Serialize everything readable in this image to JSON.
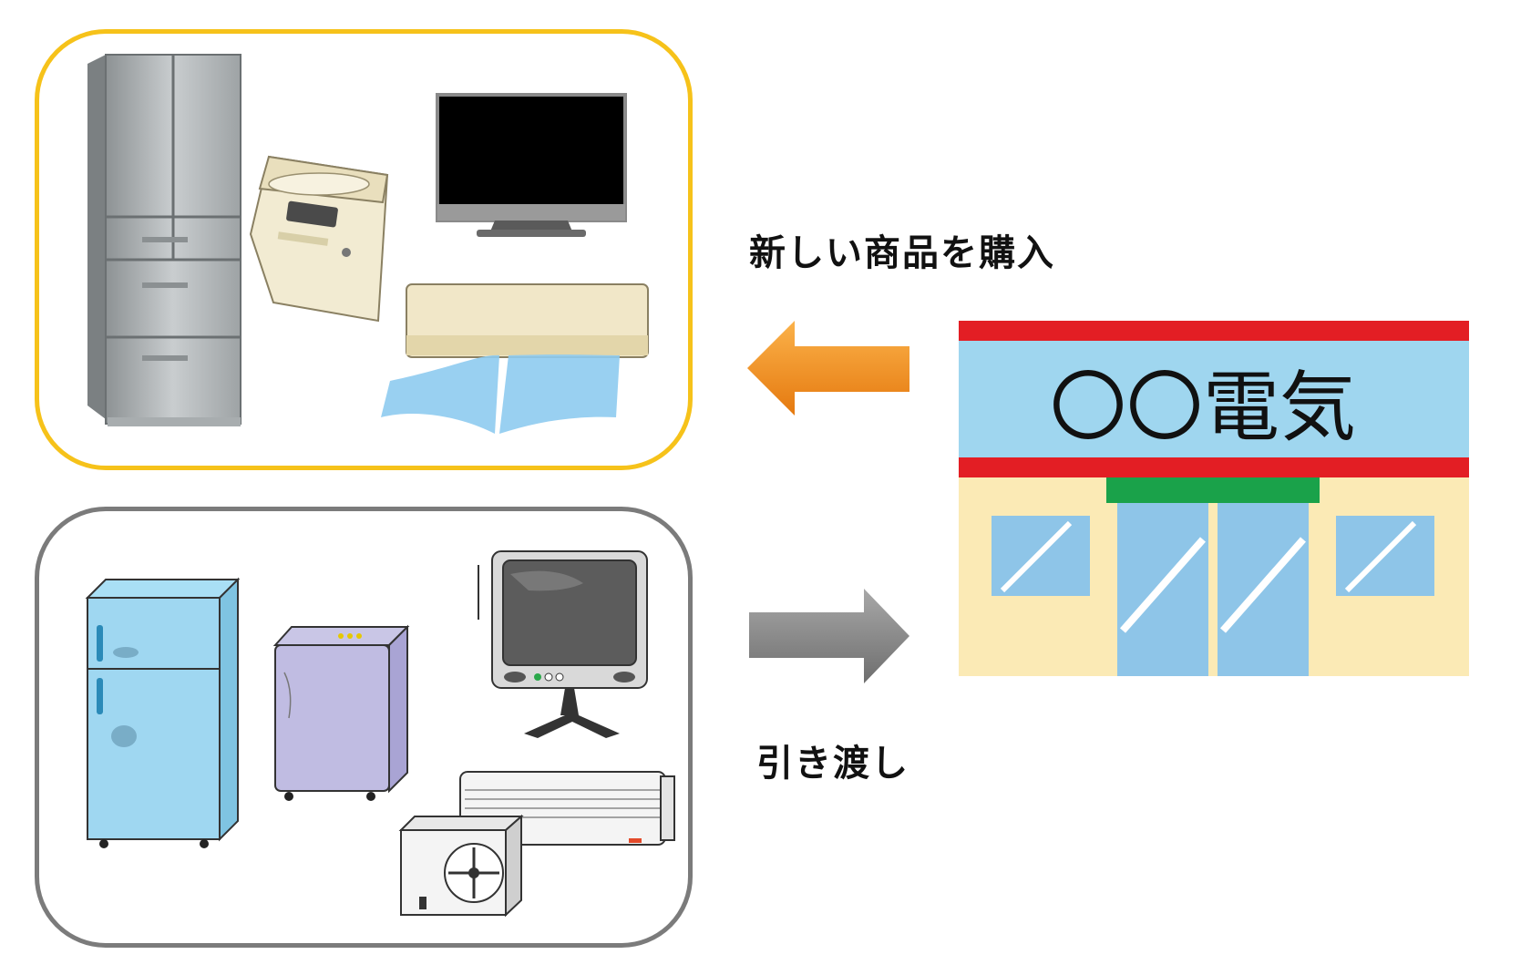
{
  "captions": {
    "buy_new": "新しい商品を購入",
    "hand_over": "引き渡し"
  },
  "store": {
    "sign": "〇〇電気"
  },
  "colors": {
    "new_panel_border": "#f6c21a",
    "old_panel_border": "#7b7b7b",
    "arrow_buy": "#f7941d",
    "arrow_handover": "#8a8a8a",
    "store_stripe": "#e31e24",
    "store_sign_bg": "#9fd6ef",
    "store_wall": "#fbeab5",
    "store_awning": "#1aa24a",
    "store_glass": "#8ec5e8"
  },
  "icons": {
    "new_items": [
      "fridge-icon",
      "washing-machine-icon",
      "tv-icon",
      "air-conditioner-icon"
    ],
    "old_items": [
      "old-fridge-icon",
      "old-washing-machine-icon",
      "old-crt-tv-icon",
      "old-air-conditioner-icon",
      "outdoor-unit-icon"
    ],
    "arrows": [
      "arrow-left-icon",
      "arrow-right-icon"
    ],
    "store": "store-icon"
  }
}
